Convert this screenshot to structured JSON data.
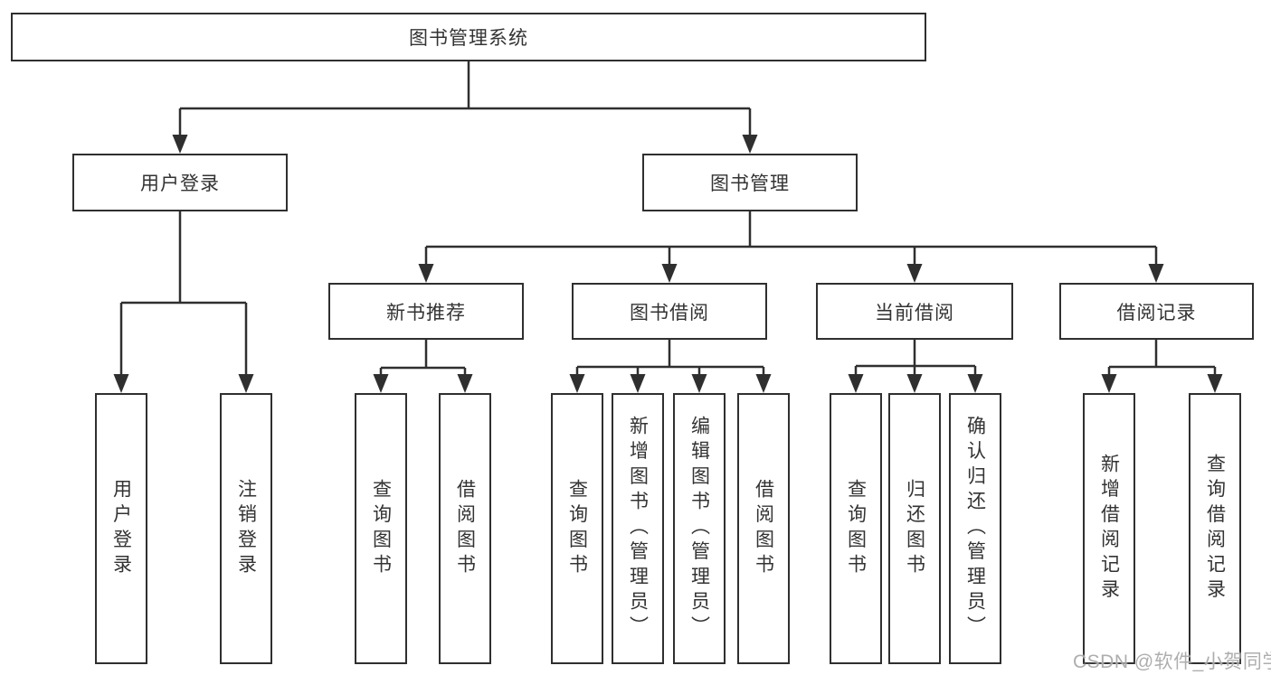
{
  "tree": {
    "label": "图书管理系统",
    "children": [
      {
        "label": "用户登录",
        "children": [
          {
            "label": "用户登录"
          },
          {
            "label": "注销登录"
          }
        ]
      },
      {
        "label": "图书管理",
        "children": [
          {
            "label": "新书推荐",
            "children": [
              {
                "label": "查询图书"
              },
              {
                "label": "借阅图书"
              }
            ]
          },
          {
            "label": "图书借阅",
            "children": [
              {
                "label": "查询图书"
              },
              {
                "label": "新增图书（管理员）"
              },
              {
                "label": "编辑图书（管理员）"
              },
              {
                "label": "借阅图书"
              }
            ]
          },
          {
            "label": "当前借阅",
            "children": [
              {
                "label": "查询图书"
              },
              {
                "label": "归还图书"
              },
              {
                "label": "确认归还（管理员）"
              }
            ]
          },
          {
            "label": "借阅记录",
            "children": [
              {
                "label": "新增借阅记录"
              },
              {
                "label": "查询借阅记录"
              }
            ]
          }
        ]
      }
    ]
  },
  "watermark": "CSDN @软件_小贺同学",
  "colors": {
    "line": "#2f2f2f",
    "text": "#333333",
    "background": "#ffffff",
    "watermark": "#a5a5a5"
  }
}
